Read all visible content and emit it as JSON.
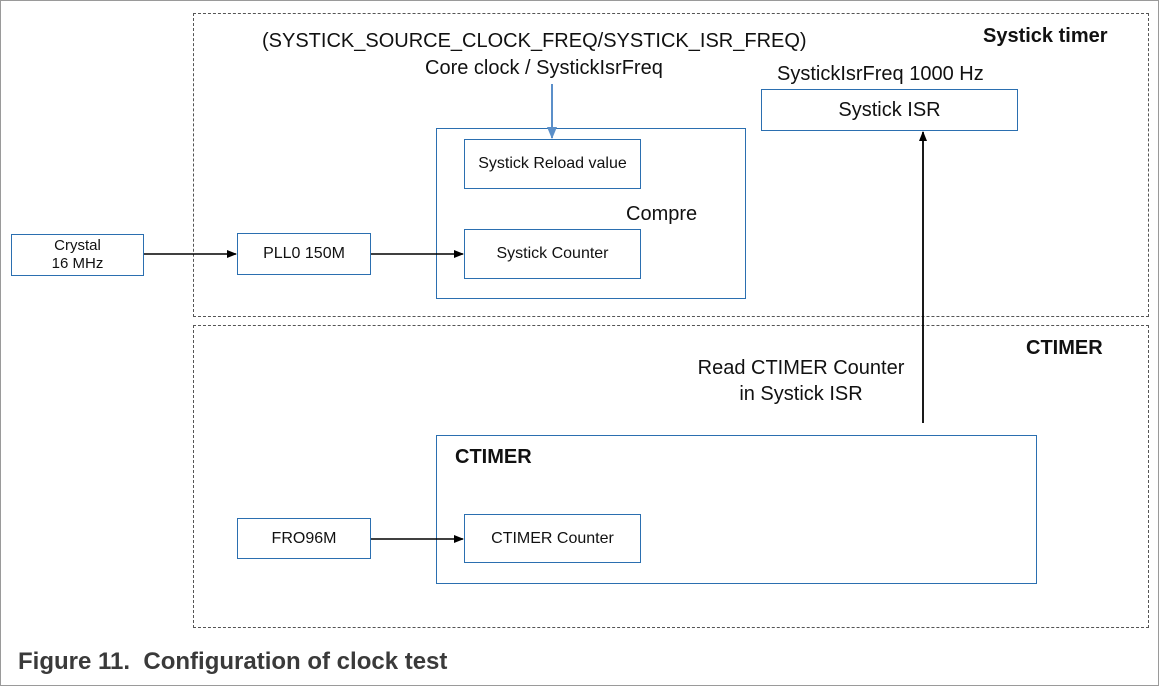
{
  "regions": {
    "systick_title": "Systick timer",
    "ctimer_title": "CTIMER"
  },
  "labels": {
    "formula": "(SYSTICK_SOURCE_CLOCK_FREQ/SYSTICK_ISR_FREQ)",
    "core_clock": "Core clock / SystickIsrFreq",
    "isr_freq": "SystickIsrFreq 1000 Hz",
    "compare": "Compre",
    "read_line1": "Read CTIMER Counter",
    "read_line2": "in Systick ISR",
    "ctimer_group": "CTIMER"
  },
  "blocks": {
    "crystal_line1": "Crystal",
    "crystal_line2": "16 MHz",
    "pll": "PLL0 150M",
    "reload": "Systick Reload value",
    "systick_counter": "Systick Counter",
    "systick_isr": "Systick ISR",
    "fro": "FRO96M",
    "ctimer_counter": "CTIMER Counter"
  },
  "caption": {
    "number": "Figure 11.",
    "title": "Configuration of clock test"
  },
  "colors": {
    "block_border": "#2b6fb0",
    "reload_arrow": "#5b8fc9",
    "arrow": "#000000"
  }
}
